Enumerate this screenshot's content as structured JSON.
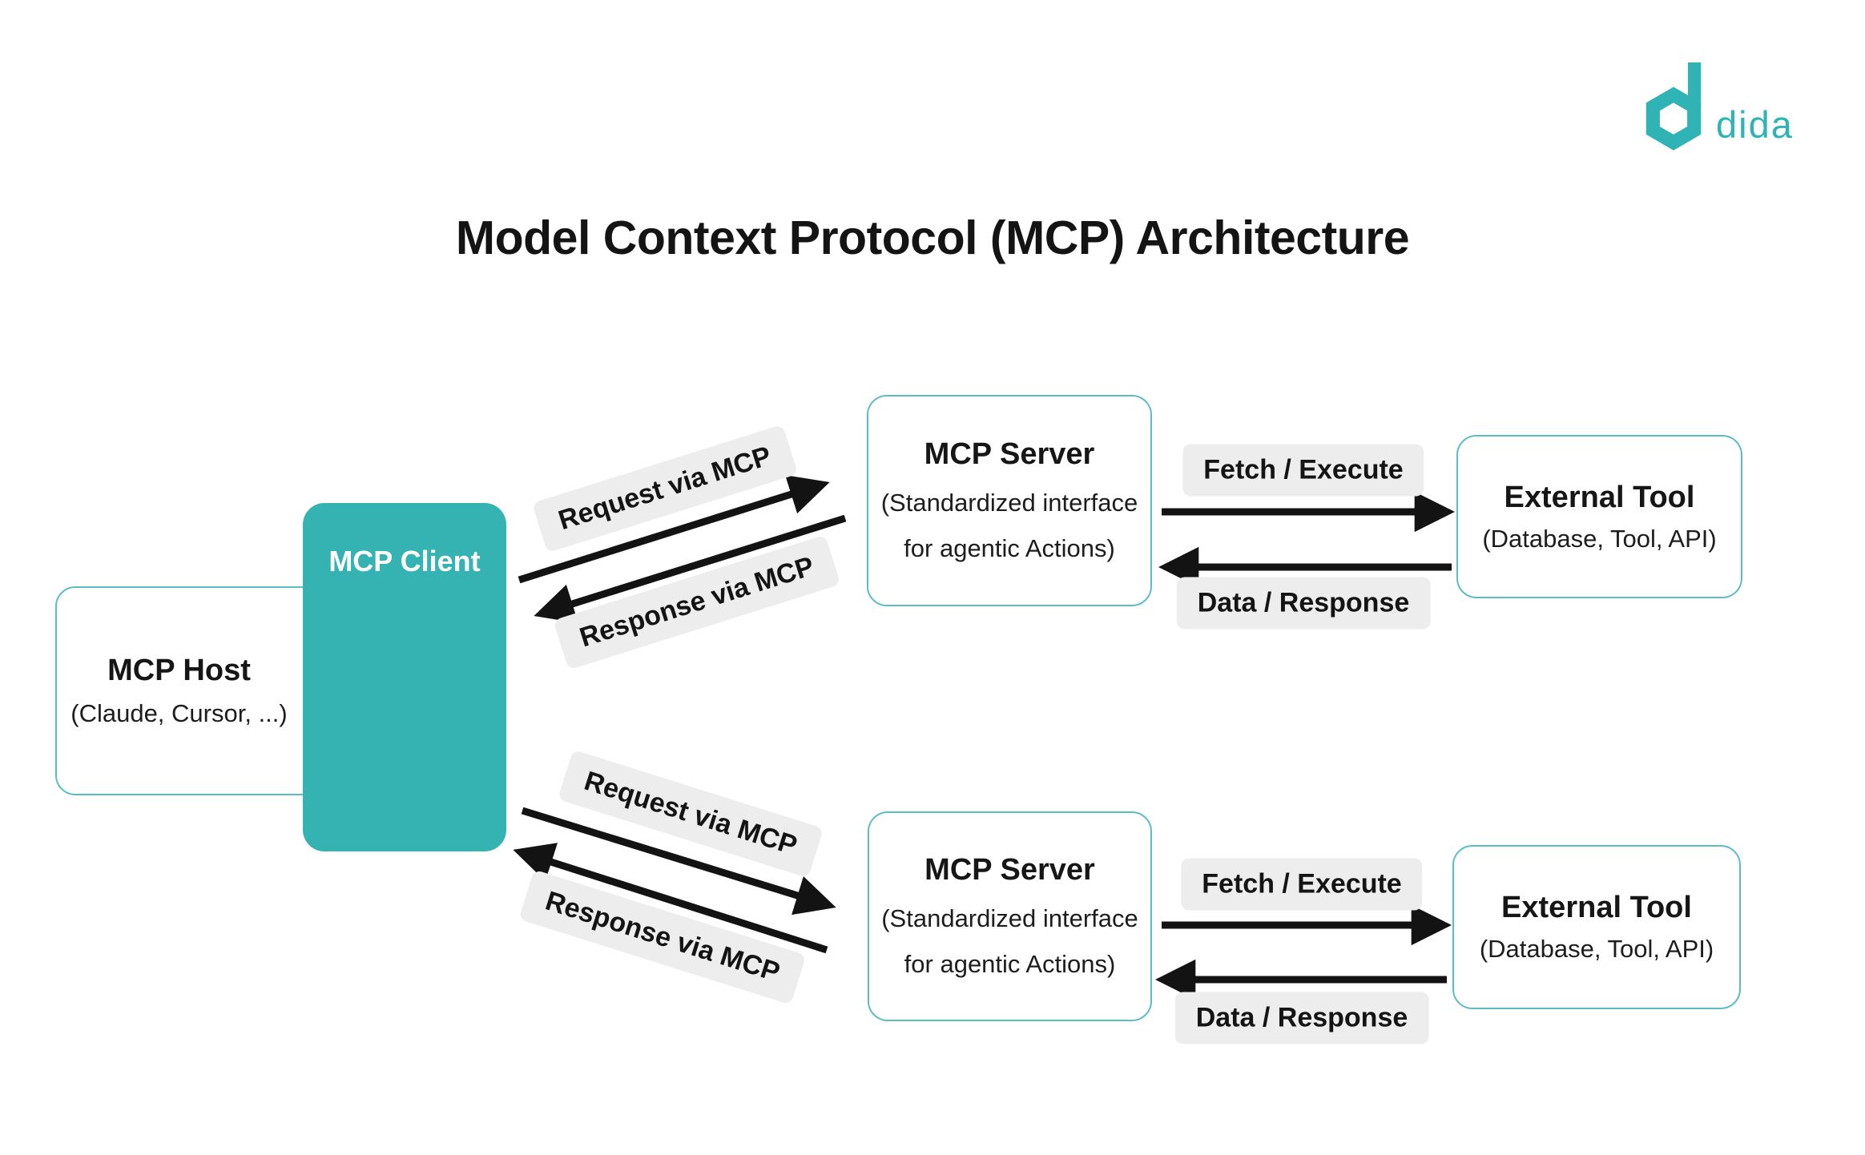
{
  "title": "Model Context Protocol (MCP) Architecture",
  "logo": {
    "wordmark": "dida"
  },
  "colors": {
    "teal": "#35b2b2",
    "logo_teal": "#2fb3b4",
    "border_teal": "#5cbcc4",
    "pill_gray": "#ededed",
    "arrow_black": "#131313",
    "text_dark": "#161616"
  },
  "nodes": {
    "host": {
      "title": "MCP Host",
      "subtitle": "(Claude, Cursor, ...)"
    },
    "client": {
      "title": "MCP Client"
    },
    "server_top": {
      "title": "MCP Server",
      "subtitle1": "(Standardized interface",
      "subtitle2": "for agentic Actions)"
    },
    "server_bottom": {
      "title": "MCP Server",
      "subtitle1": "(Standardized interface",
      "subtitle2": "for agentic Actions)"
    },
    "tool_top": {
      "title": "External Tool",
      "subtitle": "(Database, Tool, API)"
    },
    "tool_bottom": {
      "title": "External Tool",
      "subtitle": "(Database, Tool, API)"
    }
  },
  "edges": {
    "request_top": "Request via MCP",
    "response_top": "Response via MCP",
    "request_bottom": "Request via MCP",
    "response_bottom": "Response via MCP",
    "fetch_top": "Fetch / Execute",
    "data_top": "Data / Response",
    "fetch_bottom": "Fetch / Execute",
    "data_bottom": "Data / Response"
  }
}
